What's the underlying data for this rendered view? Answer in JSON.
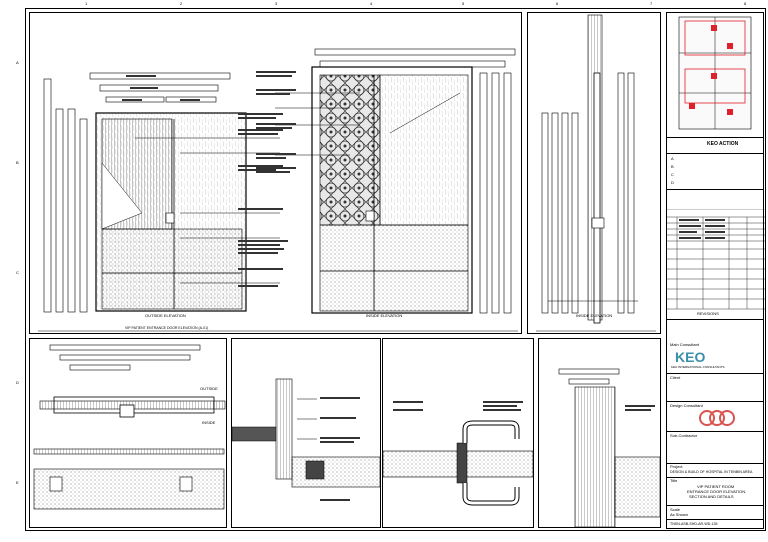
{
  "grid": {
    "top_cols": [
      "1",
      "2",
      "3",
      "4",
      "5",
      "6",
      "7",
      "8"
    ],
    "rows": [
      "A",
      "B",
      "C",
      "D",
      "E"
    ]
  },
  "views": {
    "outside_elevation": "OUTSIDE ELEVATION",
    "inside_elevation": "INSIDE ELEVATION",
    "section_caption": "VIP PATIENT ENTRANCE DOOR ELEVATION (A-01)",
    "detail_caption": "VIP PATIENT ENTRANCE DOOR ELEVATION (A-01)",
    "outside": "OUTSIDE",
    "inside": "INSIDE"
  },
  "title_block": {
    "keo_action": "KEO ACTION",
    "action_a": "A",
    "action_b": "B",
    "action_c": "C",
    "action_d": "D",
    "rev_header": "REVISIONS",
    "consultant_label": "Main Consultant",
    "keo_logo": "KEO",
    "keo_sub": "KEO INTERNATIONAL CONSULTANTS",
    "client_label": "Client",
    "design_consultant_label": "Design Consultant",
    "contractor_label": "Sub-Contractor",
    "project_label": "Project",
    "project_name": "DESIGN & BUILD OF HOSPITAL IN TENBIN AREA",
    "title_label": "Title",
    "drawing_title_1": "VIP PATIENT ROOM",
    "drawing_title_2": "ENTRANCE DOOR ELEVATION,",
    "drawing_title_3": "SECTION AND DETAILS",
    "scale_label": "Scale",
    "scale": "As Shown",
    "drawing_no": "TNSN-ASB-SHD-AR-WD-135"
  },
  "colors": {
    "line": "#000000",
    "red": "#e0202a",
    "keo_teal": "#3a8fa8",
    "ggc": "#d9534f"
  }
}
